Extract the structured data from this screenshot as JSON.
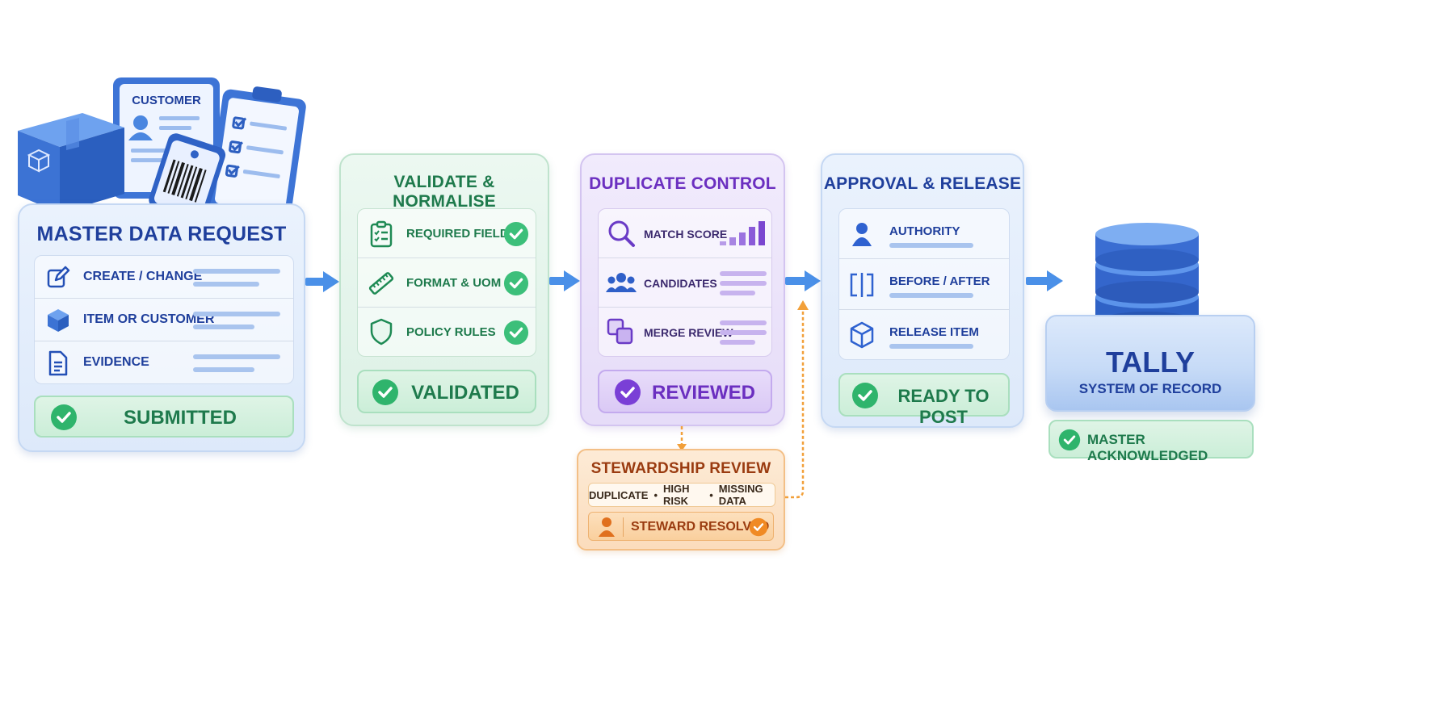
{
  "card1": {
    "title": "MASTER DATA REQUEST",
    "rows": [
      {
        "label": "CREATE / CHANGE",
        "icon": "edit-icon"
      },
      {
        "label": "ITEM OR CUSTOMER",
        "icon": "cube-icon"
      },
      {
        "label": "EVIDENCE",
        "icon": "document-icon"
      }
    ],
    "status": "SUBMITTED",
    "illustration": {
      "customer_label": "CUSTOMER"
    }
  },
  "card2": {
    "title": "VALIDATE & NORMALISE",
    "rows": [
      {
        "label": "REQUIRED FIELDS",
        "icon": "clipboard-check-icon"
      },
      {
        "label": "FORMAT & UOM",
        "icon": "ruler-icon"
      },
      {
        "label": "POLICY RULES",
        "icon": "shield-icon"
      }
    ],
    "status": "VALIDATED"
  },
  "card3": {
    "title": "DUPLICATE CONTROL",
    "rows": [
      {
        "label": "MATCH SCORE",
        "icon": "search-icon"
      },
      {
        "label": "CANDIDATES",
        "icon": "users-icon"
      },
      {
        "label": "MERGE REVIEW",
        "icon": "merge-icon"
      }
    ],
    "status": "REVIEWED"
  },
  "card4": {
    "title": "APPROVAL & RELEASE",
    "rows": [
      {
        "label": "AUTHORITY",
        "icon": "person-icon"
      },
      {
        "label": "BEFORE / AFTER",
        "icon": "compare-icon"
      },
      {
        "label": "RELEASE ITEM",
        "icon": "box-icon"
      }
    ],
    "status": "READY TO POST"
  },
  "stewardship": {
    "title": "STEWARDSHIP REVIEW",
    "tags": [
      "DUPLICATE",
      "HIGH RISK",
      "MISSING DATA"
    ],
    "status": "STEWARD RESOLVED"
  },
  "tally": {
    "title": "TALLY",
    "subtitle": "SYSTEM OF RECORD",
    "status": "MASTER ACKNOWLEDGED"
  },
  "colors": {
    "blue": "#1f3f9c",
    "green": "#1e7a4c",
    "purple": "#6b2fc0",
    "orange": "#9a3b10",
    "check_green": "#3cbf7a",
    "arrow_blue": "#4a90e8",
    "dashed_orange": "#f2a03a"
  }
}
